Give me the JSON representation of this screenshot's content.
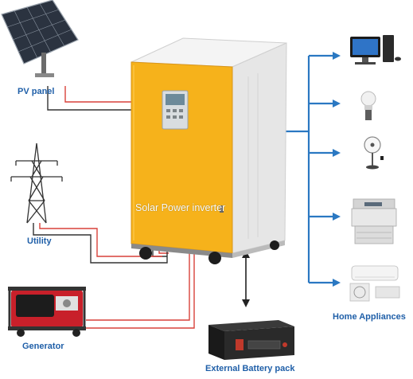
{
  "labels": {
    "pv_panel": "PV panel",
    "utility": "Utility",
    "generator": "Generator",
    "inverter": "Solar Power inverter",
    "battery": "External Battery pack",
    "home": "Home Appliances"
  },
  "colors": {
    "label_blue": "#1f5fa8",
    "wire_red": "#d9413a",
    "wire_dark": "#333333",
    "arrow_blue": "#2a78c2",
    "inverter_yellow": "#f6b21b",
    "inverter_body": "#f2f2f2"
  },
  "icons": [
    "solar-panel-icon",
    "power-tower-icon",
    "generator-icon",
    "inverter-icon",
    "battery-icon",
    "computer-icon",
    "light-bulb-icon",
    "fan-icon",
    "printer-icon",
    "air-conditioner-icon"
  ]
}
